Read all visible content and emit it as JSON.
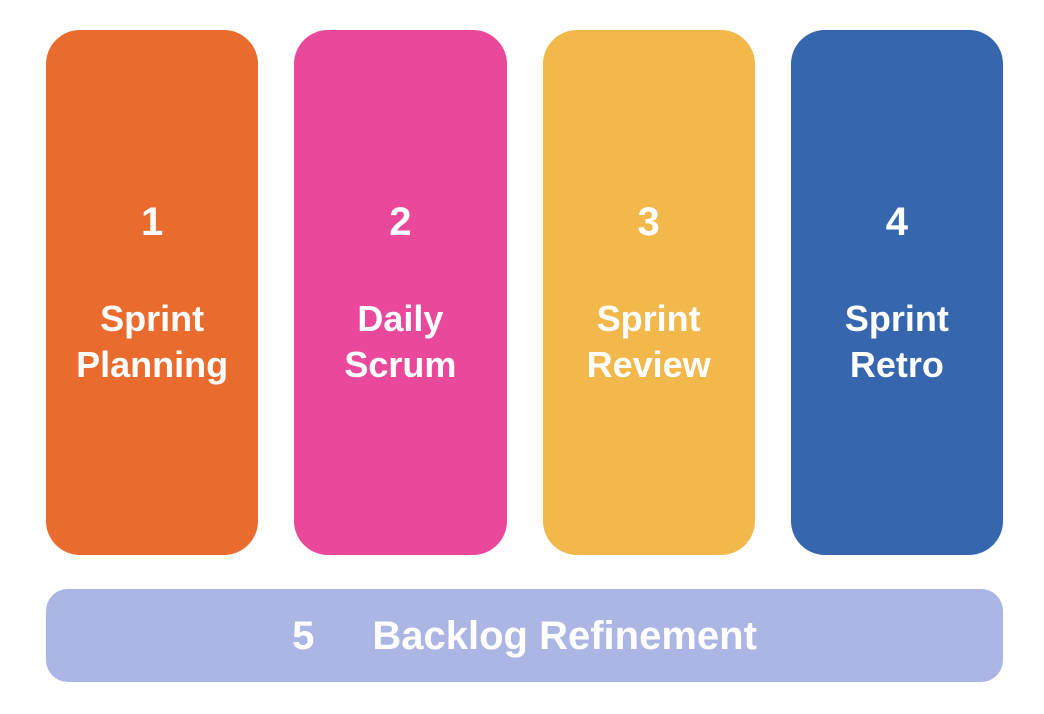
{
  "diagram": {
    "background_color": "#FFFFFF",
    "text_color": "#FFFFFF",
    "columns": [
      {
        "number": "1",
        "label": "Sprint\nPlanning",
        "color": "#E96B2D"
      },
      {
        "number": "2",
        "label": "Daily\nScrum",
        "color": "#EA489B"
      },
      {
        "number": "3",
        "label": "Sprint\nReview",
        "color": "#F2B84C"
      },
      {
        "number": "4",
        "label": "Sprint\nRetro",
        "color": "#3566AE"
      }
    ],
    "bottom_bar": {
      "number": "5",
      "label": "Backlog Refinement",
      "color": "#ABB6E5"
    }
  }
}
